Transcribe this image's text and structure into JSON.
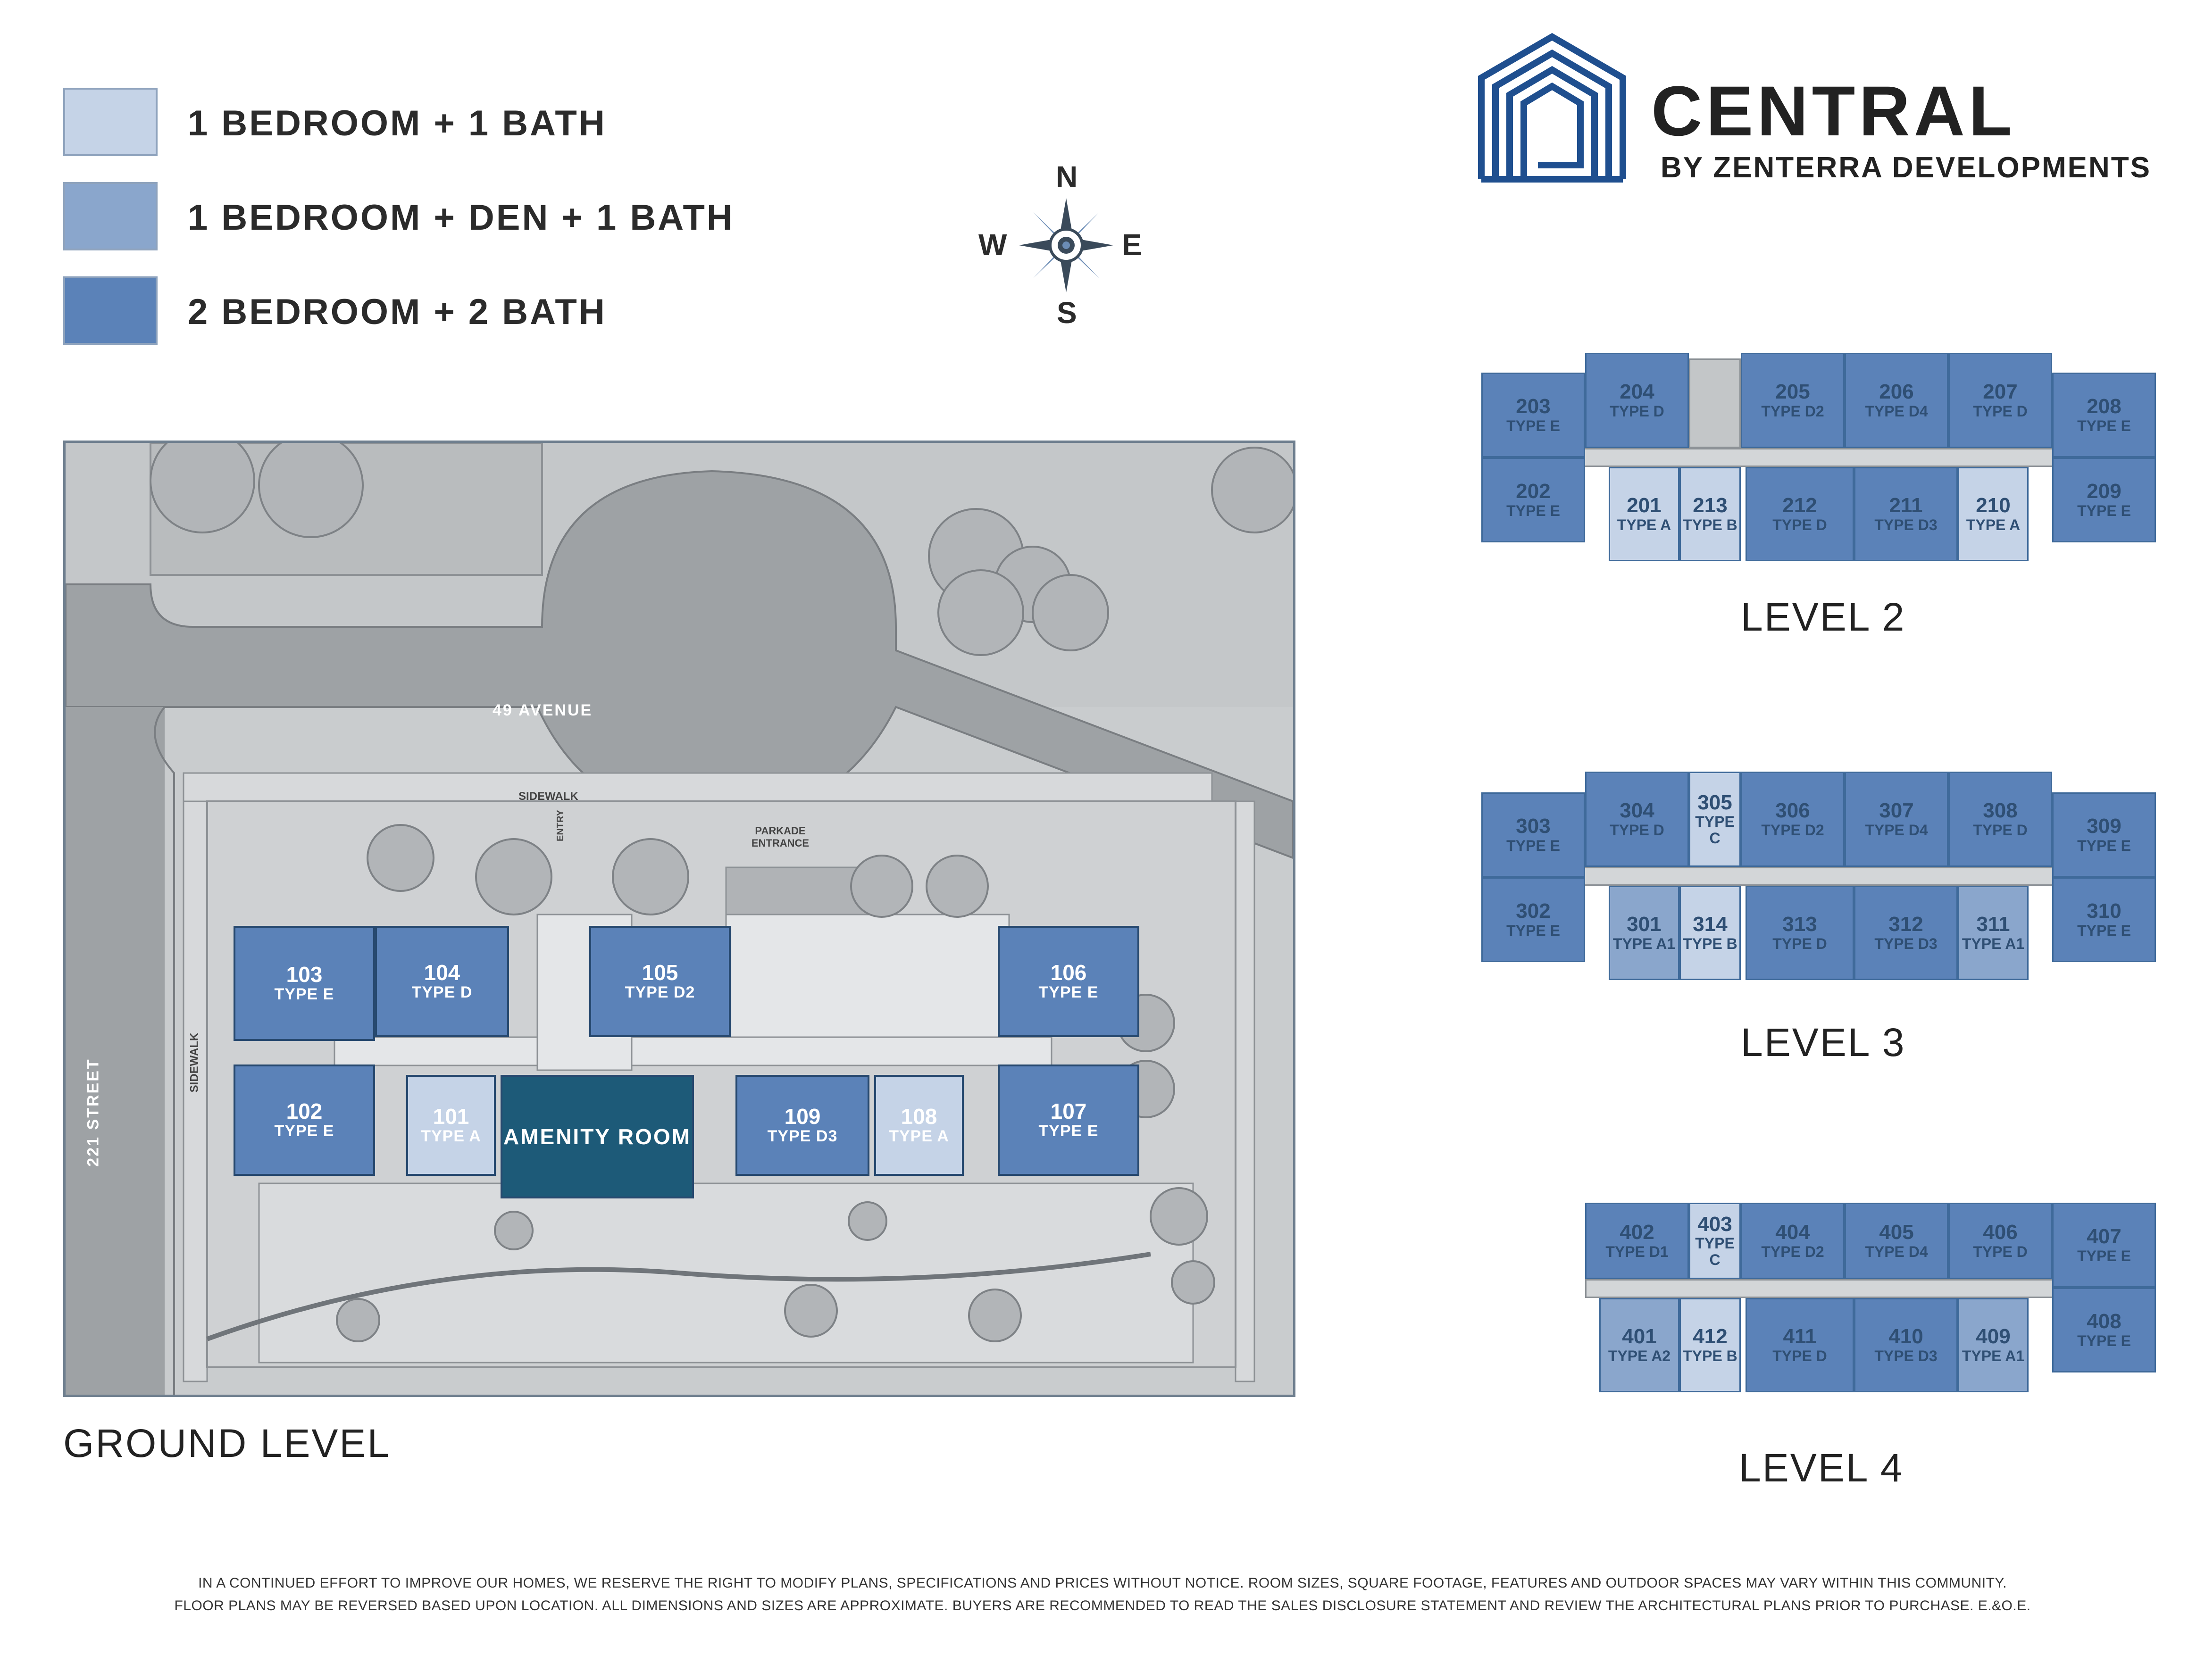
{
  "legend": [
    {
      "label": "1 BEDROOM + 1 BATH",
      "color": "#c5d3e7"
    },
    {
      "label": "1 BEDROOM + DEN + 1 BATH",
      "color": "#8aa6cc"
    },
    {
      "label": "2 BEDROOM + 2 BATH",
      "color": "#5b82b8"
    }
  ],
  "compass": {
    "n": "N",
    "s": "S",
    "e": "E",
    "w": "W"
  },
  "brand": {
    "title": "CENTRAL",
    "subtitle": "BY ZENTERRA DEVELOPMENTS"
  },
  "ground": {
    "title": "GROUND LEVEL",
    "street_avenue": "49 AVENUE",
    "street_side": "221 STREET",
    "sidewalk_top": "SIDEWALK",
    "sidewalk_left": "SIDEWALK",
    "entry": "ENTRY",
    "parkade_entrance": "PARKADE ENTRANCE",
    "amenity": "AMENITY ROOM",
    "units": [
      {
        "num": "103",
        "type": "TYPE E"
      },
      {
        "num": "104",
        "type": "TYPE D"
      },
      {
        "num": "105",
        "type": "TYPE D2"
      },
      {
        "num": "106",
        "type": "TYPE E"
      },
      {
        "num": "102",
        "type": "TYPE E"
      },
      {
        "num": "101",
        "type": "TYPE A"
      },
      {
        "num": "109",
        "type": "TYPE D3"
      },
      {
        "num": "108",
        "type": "TYPE A"
      },
      {
        "num": "107",
        "type": "TYPE E"
      }
    ]
  },
  "levels": [
    {
      "title": "LEVEL 2",
      "top": [
        {
          "num": "203",
          "type": "TYPE E"
        },
        {
          "num": "204",
          "type": "TYPE D"
        },
        {
          "num": "205",
          "type": "TYPE D2"
        },
        {
          "num": "206",
          "type": "TYPE D4"
        },
        {
          "num": "207",
          "type": "TYPE D"
        },
        {
          "num": "208",
          "type": "TYPE E"
        }
      ],
      "bottom": [
        {
          "num": "202",
          "type": "TYPE E"
        },
        {
          "num": "201",
          "type": "TYPE A"
        },
        {
          "num": "213",
          "type": "TYPE B"
        },
        {
          "num": "212",
          "type": "TYPE D"
        },
        {
          "num": "211",
          "type": "TYPE D3"
        },
        {
          "num": "210",
          "type": "TYPE A"
        },
        {
          "num": "209",
          "type": "TYPE E"
        }
      ]
    },
    {
      "title": "LEVEL 3",
      "top": [
        {
          "num": "303",
          "type": "TYPE E"
        },
        {
          "num": "304",
          "type": "TYPE D"
        },
        {
          "num": "305",
          "type": "TYPE C"
        },
        {
          "num": "306",
          "type": "TYPE D2"
        },
        {
          "num": "307",
          "type": "TYPE D4"
        },
        {
          "num": "308",
          "type": "TYPE D"
        },
        {
          "num": "309",
          "type": "TYPE E"
        }
      ],
      "bottom": [
        {
          "num": "302",
          "type": "TYPE E"
        },
        {
          "num": "301",
          "type": "TYPE A1"
        },
        {
          "num": "314",
          "type": "TYPE B"
        },
        {
          "num": "313",
          "type": "TYPE D"
        },
        {
          "num": "312",
          "type": "TYPE D3"
        },
        {
          "num": "311",
          "type": "TYPE A1"
        },
        {
          "num": "310",
          "type": "TYPE E"
        }
      ]
    },
    {
      "title": "LEVEL 4",
      "top": [
        {
          "num": "402",
          "type": "TYPE D1"
        },
        {
          "num": "403",
          "type": "TYPE C"
        },
        {
          "num": "404",
          "type": "TYPE D2"
        },
        {
          "num": "405",
          "type": "TYPE D4"
        },
        {
          "num": "406",
          "type": "TYPE D"
        },
        {
          "num": "407",
          "type": "TYPE E"
        }
      ],
      "bottom": [
        {
          "num": "401",
          "type": "TYPE A2"
        },
        {
          "num": "412",
          "type": "TYPE B"
        },
        {
          "num": "411",
          "type": "TYPE D"
        },
        {
          "num": "410",
          "type": "TYPE D3"
        },
        {
          "num": "409",
          "type": "TYPE A1"
        },
        {
          "num": "408",
          "type": "TYPE E"
        }
      ]
    }
  ],
  "disclaimer": {
    "line1": "IN A CONTINUED EFFORT TO IMPROVE OUR HOMES, WE RESERVE THE RIGHT TO MODIFY PLANS, SPECIFICATIONS AND PRICES WITHOUT NOTICE. ROOM SIZES, SQUARE FOOTAGE, FEATURES AND OUTDOOR SPACES MAY VARY WITHIN THIS COMMUNITY.",
    "line2": "FLOOR PLANS MAY BE REVERSED BASED UPON LOCATION. ALL DIMENSIONS AND SIZES ARE APPROXIMATE. BUYERS ARE RECOMMENDED TO READ THE SALES DISCLOSURE STATEMENT AND REVIEW THE ARCHITECTURAL PLANS PRIOR TO PURCHASE. E.&O.E."
  }
}
